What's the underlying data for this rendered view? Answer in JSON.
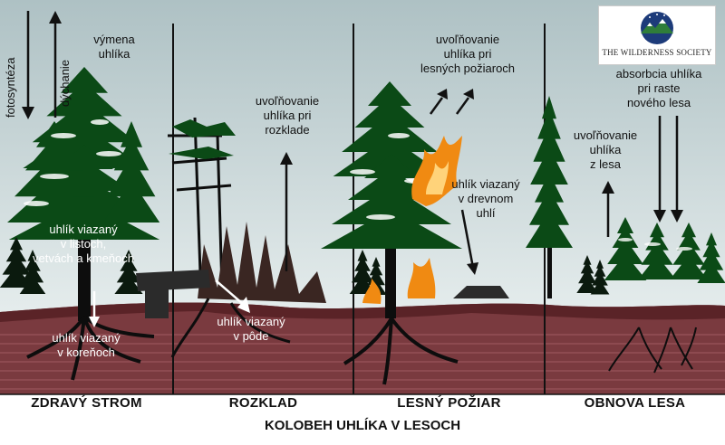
{
  "colors": {
    "sky_top": "#aec1c4",
    "sky_bottom": "#e7eeee",
    "soil": "#7a3a3f",
    "soil_stripe": "#8d4a50",
    "tree": "#0b4a16",
    "trunk": "#0d0d0d",
    "flame": "#f08a12"
  },
  "logo": {
    "text": "THE WILDERNESS SOCIETY"
  },
  "labels": {
    "photosynthesis": "fotosyntéza",
    "respiration": "dýchanie",
    "exchange": [
      "výmena",
      "uhlíka"
    ],
    "leaves": [
      "uhlík viazaný",
      "v listoch,",
      "vetvách a kmeňoch"
    ],
    "roots": [
      "uhlík viazaný",
      "v koreňoch"
    ],
    "decomp_release": [
      "uvoľňovanie",
      "uhlíka pri",
      "rozklade"
    ],
    "soil": [
      "uhlík viazaný",
      "v pôde"
    ],
    "fire_release": [
      "uvoľňovanie",
      "uhlíka pri",
      "lesných požiaroch"
    ],
    "charcoal": [
      "uhlík viazaný",
      "v drevnom",
      "uhlí"
    ],
    "forest_release": [
      "uvoľňovanie",
      "uhlíka",
      "z lesa"
    ],
    "absorption": [
      "absorbcia uhlíka",
      "pri raste",
      "nového lesa"
    ]
  },
  "panels": [
    "ZDRAVÝ STROM",
    "ROZKLAD",
    "LESNÝ POŽIAR",
    "OBNOVA LESA"
  ],
  "footer": "KOLOBEH UHLÍKA V LESOCH"
}
